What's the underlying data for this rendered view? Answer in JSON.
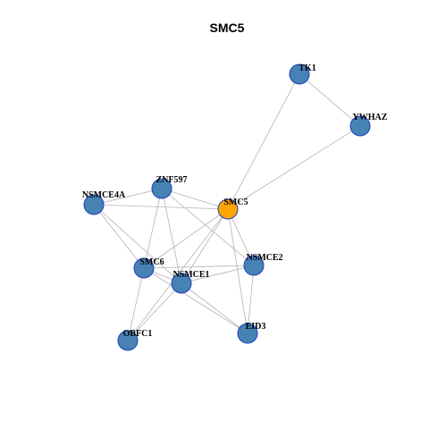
{
  "title": "SMC5",
  "colors": {
    "node_default": "#4682b4",
    "node_focus": "#ffa500",
    "node_border": "#1f3fbf",
    "edge": "#b3b3b3"
  },
  "nodes": [
    {
      "id": "TK1",
      "label": "TK1",
      "focus": false
    },
    {
      "id": "YWHAZ",
      "label": "YWHAZ",
      "focus": false
    },
    {
      "id": "ZNF597",
      "label": "ZNF597",
      "focus": false
    },
    {
      "id": "NSMCE4A",
      "label": "NSMCE4A",
      "focus": false
    },
    {
      "id": "SMC5",
      "label": "SMC5",
      "focus": true
    },
    {
      "id": "NSMCE2",
      "label": "NSMCE2",
      "focus": false
    },
    {
      "id": "SMC6",
      "label": "SMC6",
      "focus": false
    },
    {
      "id": "NSMCE1",
      "label": "NSMCE1",
      "focus": false
    },
    {
      "id": "EID3",
      "label": "EID3",
      "focus": false
    },
    {
      "id": "OBFC1",
      "label": "OBFC1",
      "focus": false
    }
  ],
  "edges": [
    [
      "TK1",
      "YWHAZ"
    ],
    [
      "TK1",
      "SMC5"
    ],
    [
      "YWHAZ",
      "SMC5"
    ],
    [
      "ZNF597",
      "NSMCE4A"
    ],
    [
      "ZNF597",
      "SMC5"
    ],
    [
      "ZNF597",
      "SMC6"
    ],
    [
      "ZNF597",
      "NSMCE1"
    ],
    [
      "ZNF597",
      "NSMCE2"
    ],
    [
      "NSMCE4A",
      "SMC5"
    ],
    [
      "NSMCE4A",
      "SMC6"
    ],
    [
      "NSMCE4A",
      "NSMCE1"
    ],
    [
      "SMC5",
      "SMC6"
    ],
    [
      "SMC5",
      "NSMCE1"
    ],
    [
      "SMC5",
      "NSMCE2"
    ],
    [
      "SMC5",
      "EID3"
    ],
    [
      "SMC5",
      "OBFC1"
    ],
    [
      "SMC6",
      "NSMCE1"
    ],
    [
      "SMC6",
      "NSMCE2"
    ],
    [
      "SMC6",
      "EID3"
    ],
    [
      "SMC6",
      "OBFC1"
    ],
    [
      "NSMCE1",
      "NSMCE2"
    ],
    [
      "NSMCE1",
      "EID3"
    ],
    [
      "NSMCE1",
      "OBFC1"
    ],
    [
      "NSMCE2",
      "EID3"
    ]
  ]
}
